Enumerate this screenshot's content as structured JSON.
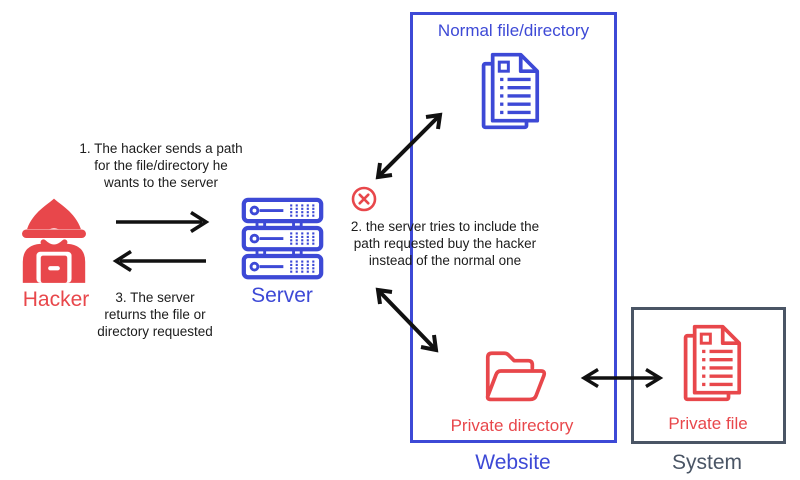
{
  "palette": {
    "red": "#e8474b",
    "blue": "#3d49d6",
    "slate": "#4a5565",
    "arrow_black": "#111111"
  },
  "actors": {
    "hacker": {
      "label": "Hacker",
      "icon": "hacker-icon"
    },
    "server": {
      "label": "Server",
      "icon": "server-rack-icon"
    }
  },
  "annotations": {
    "step1": "1. The hacker sends a path\nfor the file/directory he\nwants to the server",
    "step2": "2. the server tries to include the\npath requested buy the hacker\ninstead of the normal one",
    "step3": "3. The server\nreturns the file or\ndirectory requested"
  },
  "website": {
    "label": "Website",
    "normal": {
      "label": "Normal file/directory",
      "icon": "documents-icon"
    },
    "private_dir": {
      "label": "Private directory",
      "icon": "open-folder-icon"
    }
  },
  "system": {
    "label": "System",
    "private_file": {
      "label": "Private file",
      "icon": "documents-icon"
    }
  },
  "icons": {
    "deny": "circle-x-icon",
    "request": "arrow-right-icon",
    "response": "arrow-left-icon",
    "normal_link": "double-arrow-diagonal-icon",
    "private_link": "double-arrow-diagonal-icon",
    "system_link": "double-arrow-horizontal-icon"
  }
}
